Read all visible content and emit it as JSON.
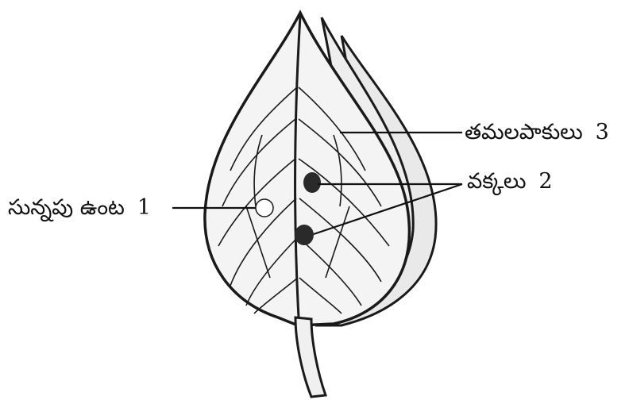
{
  "labels": {
    "lime_spot": {
      "text": "సున్నపు ఉంట",
      "num": "1"
    },
    "pouches": {
      "text": "వక్కలు",
      "num": "2"
    },
    "betel_leaves": {
      "text": "తమలపాకులు",
      "num": "3"
    }
  },
  "colors": {
    "ink": "#1a1a1a",
    "leaf_fill": "#f4f4f4",
    "spot_fill": "#2a2a2a",
    "lime_fill": "#ffffff"
  }
}
